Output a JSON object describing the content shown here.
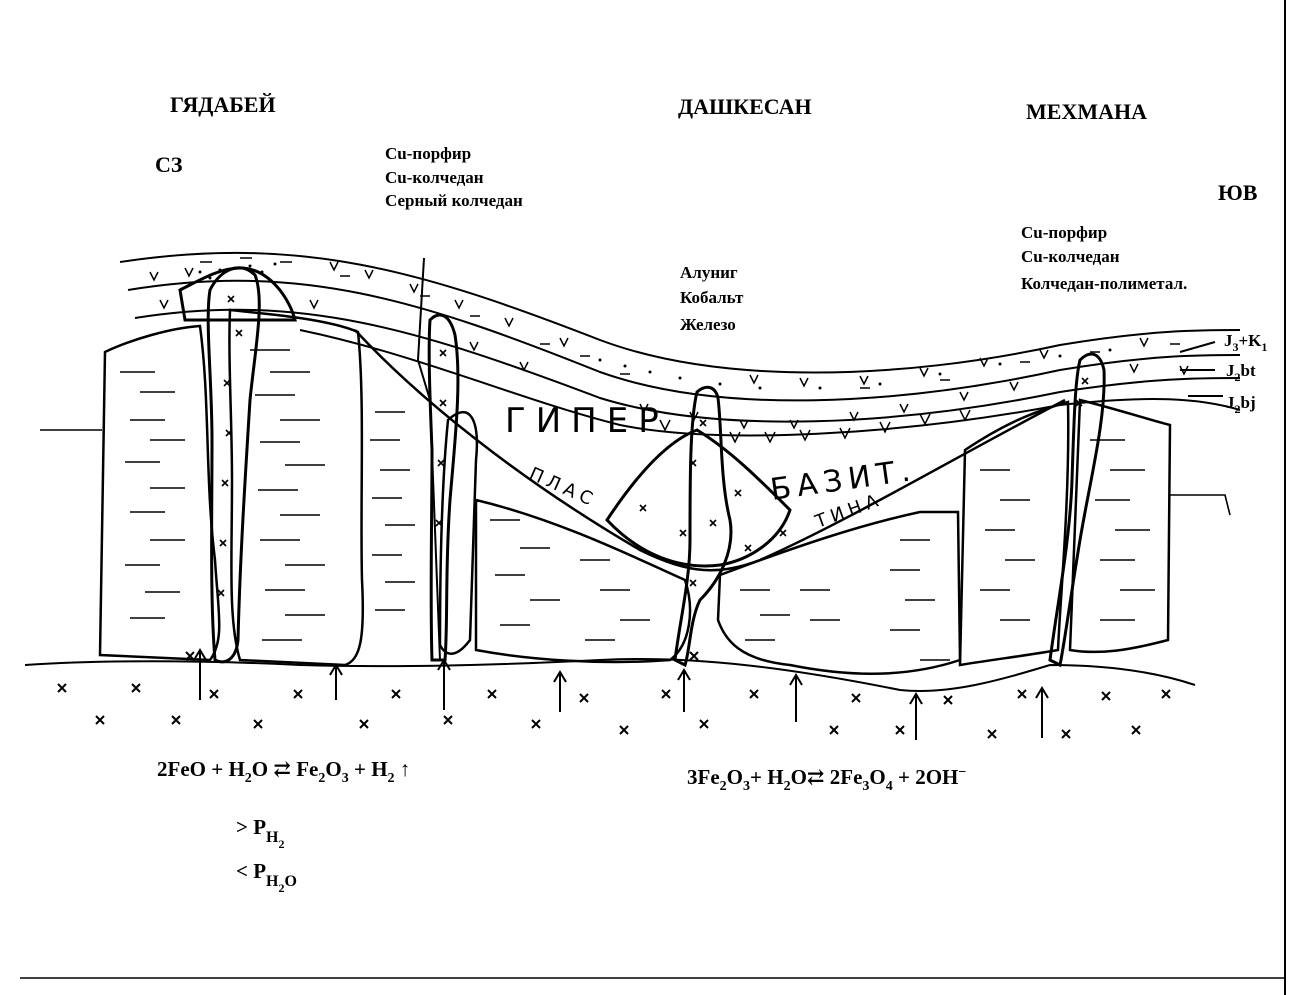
{
  "regions": {
    "left": "ГЯДАБЕЙ",
    "center": "ДАШКЕСАН",
    "right": "МЕХМАНА"
  },
  "directions": {
    "nw": "СЗ",
    "se": "ЮВ"
  },
  "deposits": {
    "left": [
      "Cu-порфир",
      "Cu-колчедан",
      "Серный колчедан"
    ],
    "center": [
      "Алуниг",
      "Кобальт",
      "Железо"
    ],
    "right": [
      "Cu-порфир",
      "Cu-колчедан",
      "Колчедан-полиметал."
    ]
  },
  "strata": {
    "top": {
      "main": "J",
      "sub1": "3",
      "plus": "+K",
      "sub2": "1"
    },
    "middle": {
      "main": "J",
      "sub": "2",
      "rest": "bt"
    },
    "bottom": {
      "main": "J",
      "sub": "2",
      "rest": "bj"
    }
  },
  "body_labels": {
    "hyper": "ГИПЕР",
    "bazit": "БАЗИТ.",
    "plas": "ПЛАС",
    "tina": "ТИНА"
  },
  "equations": {
    "eq1": {
      "a": "2FeO + H",
      "a_sub": "2",
      "b": "O ⇄ Fe",
      "b_sub": "2",
      "c": "O",
      "c_sub": "3",
      "d": " + H",
      "d_sub": "2",
      "e": " ↑"
    },
    "eq2": {
      "a": "3Fe",
      "a_sub": "2",
      "b": "O",
      "b_sub": "3",
      "c": "+ H",
      "c_sub": "2",
      "d": "O⇄ 2Fe",
      "d_sub": "3",
      "e": "O",
      "e_sub": "4",
      "f": " + 2OH",
      "f_sup": "−"
    }
  },
  "pressures": {
    "p1": {
      "sym": "> P",
      "sub": "H",
      "subsub": "2"
    },
    "p2": {
      "sym": "< P",
      "sub": "H",
      "subsub": "2",
      "tail": "O"
    }
  }
}
